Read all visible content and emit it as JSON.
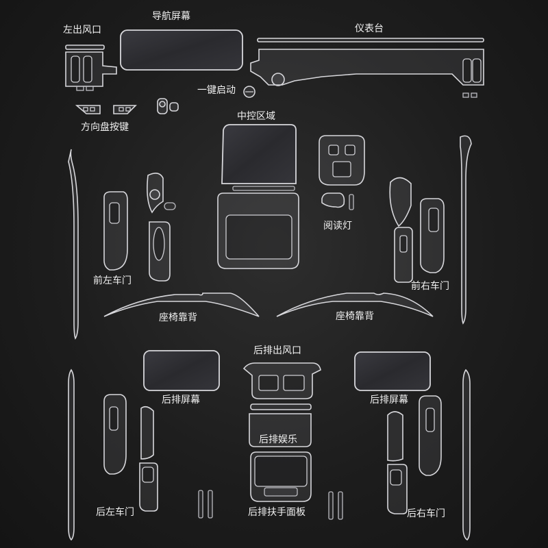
{
  "labels": {
    "left_vent": "左出风口",
    "nav_screen": "导航屏幕",
    "dashboard": "仪表台",
    "one_key_start": "一键启动",
    "steering_buttons": "方向盘按键",
    "center_console": "中控区域",
    "reading_light": "阅读灯",
    "front_left_door": "前左车门",
    "front_right_door": "前右车门",
    "seat_back_left": "座椅靠背",
    "seat_back_right": "座椅靠背",
    "rear_vent": "后排出风口",
    "rear_screen_left": "后排屏幕",
    "rear_screen_right": "后排屏幕",
    "rear_entertainment": "后排娱乐",
    "rear_armrest_panel": "后排扶手面板",
    "rear_left_door": "后左车门",
    "rear_right_door": "后右车门"
  }
}
